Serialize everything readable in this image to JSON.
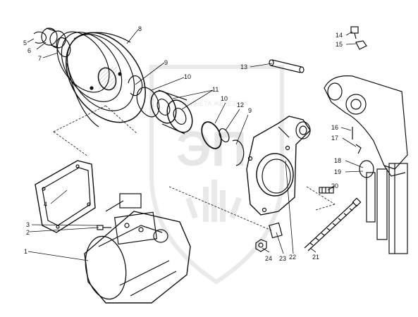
{
  "diagram": {
    "watermark": {
      "main": "ЭП",
      "sub": "ПЛАНЕТА ЖЕЛЕЗЯКА"
    },
    "callouts": [
      {
        "id": "l1",
        "text": "1"
      },
      {
        "id": "l2",
        "text": "2"
      },
      {
        "id": "l3",
        "text": "3"
      },
      {
        "id": "l4",
        "text": "4"
      },
      {
        "id": "l5",
        "text": "5"
      },
      {
        "id": "l6",
        "text": "6"
      },
      {
        "id": "l7",
        "text": "7"
      },
      {
        "id": "l8",
        "text": "8"
      },
      {
        "id": "l9a",
        "text": "9"
      },
      {
        "id": "l9b",
        "text": "9"
      },
      {
        "id": "l10a",
        "text": "10"
      },
      {
        "id": "l10b",
        "text": "10"
      },
      {
        "id": "l11",
        "text": "11"
      },
      {
        "id": "l12",
        "text": "12"
      },
      {
        "id": "l13",
        "text": "13"
      },
      {
        "id": "l14",
        "text": "14"
      },
      {
        "id": "l15",
        "text": "15"
      },
      {
        "id": "l16",
        "text": "16"
      },
      {
        "id": "l17",
        "text": "17"
      },
      {
        "id": "l18",
        "text": "18"
      },
      {
        "id": "l19",
        "text": "19"
      },
      {
        "id": "l20",
        "text": "20"
      },
      {
        "id": "l21",
        "text": "21"
      },
      {
        "id": "l22",
        "text": "22"
      },
      {
        "id": "l23",
        "text": "23"
      },
      {
        "id": "l24",
        "text": "24"
      }
    ]
  }
}
